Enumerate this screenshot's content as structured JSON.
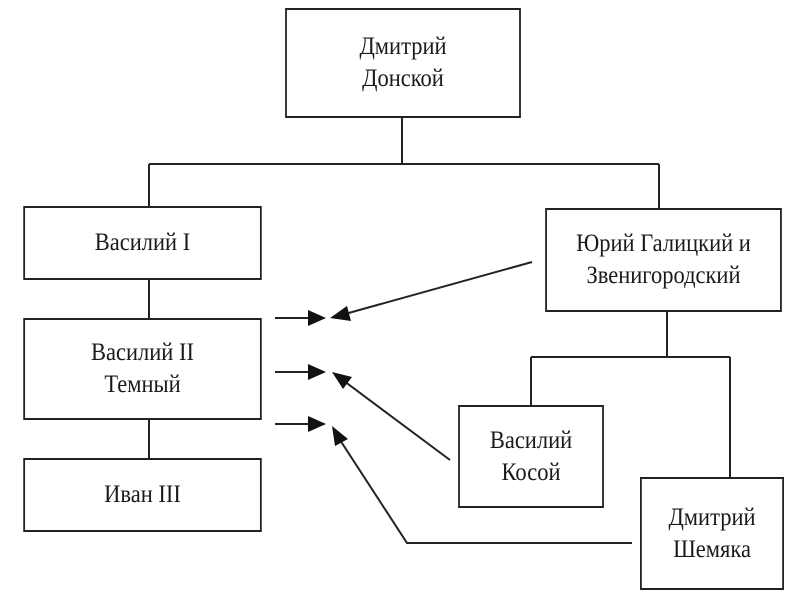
{
  "diagram": {
    "type": "genealogy-tree",
    "nodes": {
      "dmitry_donskoy": {
        "lines": [
          "Дмитрий",
          "Донской"
        ]
      },
      "vasily_1": {
        "lines": [
          "Василий I"
        ]
      },
      "vasily_2": {
        "lines": [
          "Василий II",
          "Темный"
        ]
      },
      "ivan_3": {
        "lines": [
          "Иван III"
        ]
      },
      "yury": {
        "lines": [
          "Юрий Галицкий и",
          "Звенигородский"
        ]
      },
      "vasily_kosoy": {
        "lines": [
          "Василий",
          "Косой"
        ]
      },
      "dmitry_shemyaka": {
        "lines": [
          "Дмитрий",
          "Шемяка"
        ]
      }
    },
    "edges": [
      {
        "from": "dmitry_donskoy",
        "to": "vasily_1",
        "kind": "parent-child"
      },
      {
        "from": "dmitry_donskoy",
        "to": "yury",
        "kind": "parent-child"
      },
      {
        "from": "vasily_1",
        "to": "vasily_2",
        "kind": "parent-child"
      },
      {
        "from": "vasily_2",
        "to": "ivan_3",
        "kind": "parent-child"
      },
      {
        "from": "yury",
        "to": "vasily_kosoy",
        "kind": "parent-child"
      },
      {
        "from": "yury",
        "to": "dmitry_shemyaka",
        "kind": "parent-child"
      },
      {
        "from": "vasily_2",
        "to": "yury",
        "kind": "conflict"
      },
      {
        "from": "vasily_2",
        "to": "vasily_kosoy",
        "kind": "conflict"
      },
      {
        "from": "vasily_2",
        "to": "dmitry_shemyaka",
        "kind": "conflict"
      }
    ]
  }
}
